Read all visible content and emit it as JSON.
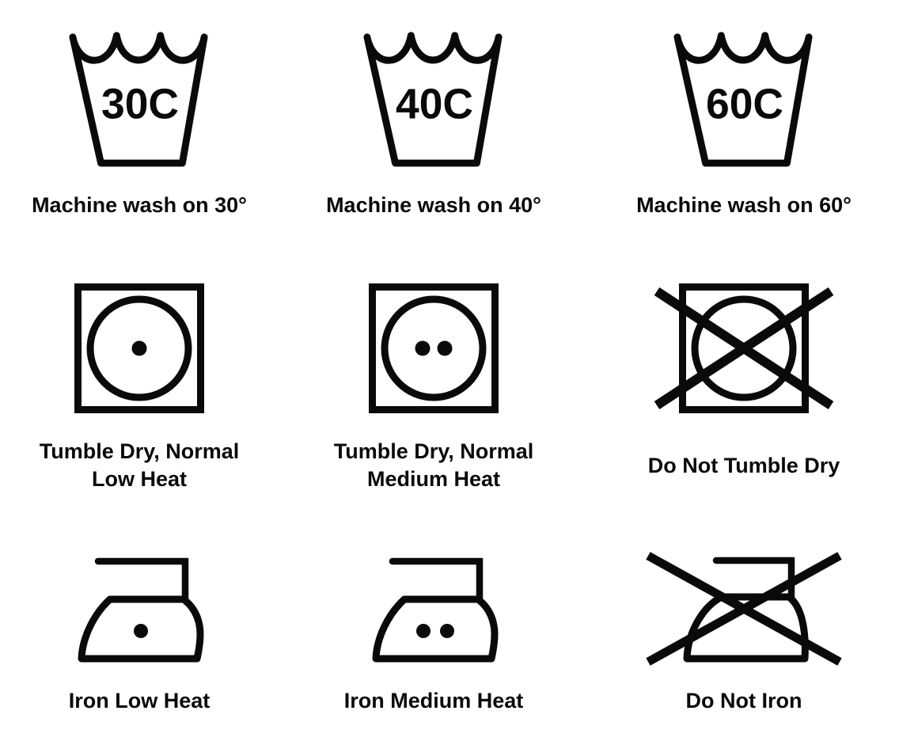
{
  "theme": {
    "ink": "#0a0a0a",
    "background": "#ffffff"
  },
  "cells": [
    {
      "id": "wash-30",
      "type": "machine-wash",
      "symbol_text": "30C",
      "dots": 0,
      "crossed": false,
      "label_lines": [
        "Machine wash on 30°"
      ]
    },
    {
      "id": "wash-40",
      "type": "machine-wash",
      "symbol_text": "40C",
      "dots": 0,
      "crossed": false,
      "label_lines": [
        "Machine wash on 40°"
      ]
    },
    {
      "id": "wash-60",
      "type": "machine-wash",
      "symbol_text": "60C",
      "dots": 0,
      "crossed": false,
      "label_lines": [
        "Machine wash on 60°"
      ]
    },
    {
      "id": "tumble-low",
      "type": "tumble-dry",
      "dots": 1,
      "crossed": false,
      "label_lines": [
        "Tumble Dry, Normal",
        "Low Heat"
      ]
    },
    {
      "id": "tumble-medium",
      "type": "tumble-dry",
      "dots": 2,
      "crossed": false,
      "label_lines": [
        "Tumble Dry, Normal",
        "Medium Heat"
      ]
    },
    {
      "id": "tumble-none",
      "type": "tumble-dry",
      "dots": 0,
      "crossed": true,
      "label_lines": [
        "Do Not Tumble Dry"
      ]
    },
    {
      "id": "iron-low",
      "type": "iron",
      "dots": 1,
      "crossed": false,
      "label_lines": [
        "Iron Low Heat"
      ]
    },
    {
      "id": "iron-medium",
      "type": "iron",
      "dots": 2,
      "crossed": false,
      "label_lines": [
        "Iron Medium Heat"
      ]
    },
    {
      "id": "iron-none",
      "type": "iron",
      "dots": 0,
      "crossed": true,
      "label_lines": [
        "Do Not Iron"
      ]
    }
  ]
}
